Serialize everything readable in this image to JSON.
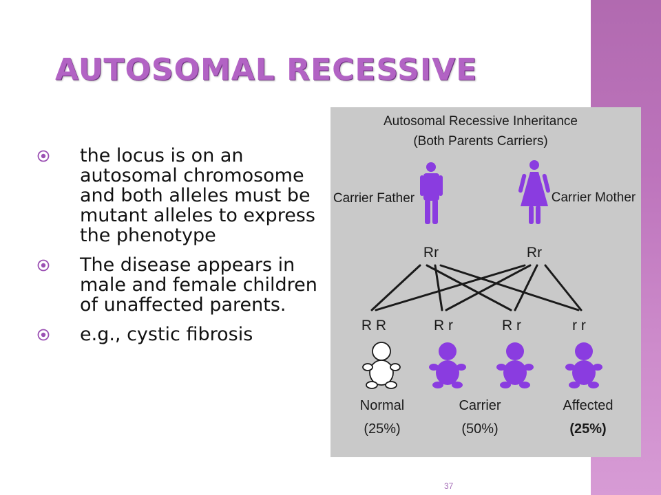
{
  "slide": {
    "title": "AUTOSOMAL RECESSIVE",
    "page_number": "37",
    "bullets": [
      "the locus is on an autosomal chromosome and both alleles must be mutant alleles to express the phenotype",
      "The disease appears in male and female children of unaffected parents.",
      "e.g., cystic fibrosis"
    ]
  },
  "diagram": {
    "title_line1": "Autosomal Recessive Inheritance",
    "title_line2": "(Both Parents Carriers)",
    "father_label": "Carrier Father",
    "mother_label": "Carrier Mother",
    "father_genotype": "Rr",
    "mother_genotype": "Rr",
    "children_genotypes": [
      "R R",
      "R r",
      "R r",
      "r r"
    ],
    "outcome_labels": [
      "Normal",
      "Carrier",
      "Affected"
    ],
    "outcome_percents": [
      "(25%)",
      "(50%)",
      "(25%)"
    ]
  },
  "colors": {
    "title": "#b263c4",
    "sidebar": "#bd74bc",
    "figure_purple": "#8a3ce0",
    "panel_bg": "#c9c9c9"
  },
  "icons": {
    "bullet": "circled-dot-icon",
    "father": "male-figure-icon",
    "mother": "female-figure-icon",
    "child": "baby-figure-icon"
  }
}
